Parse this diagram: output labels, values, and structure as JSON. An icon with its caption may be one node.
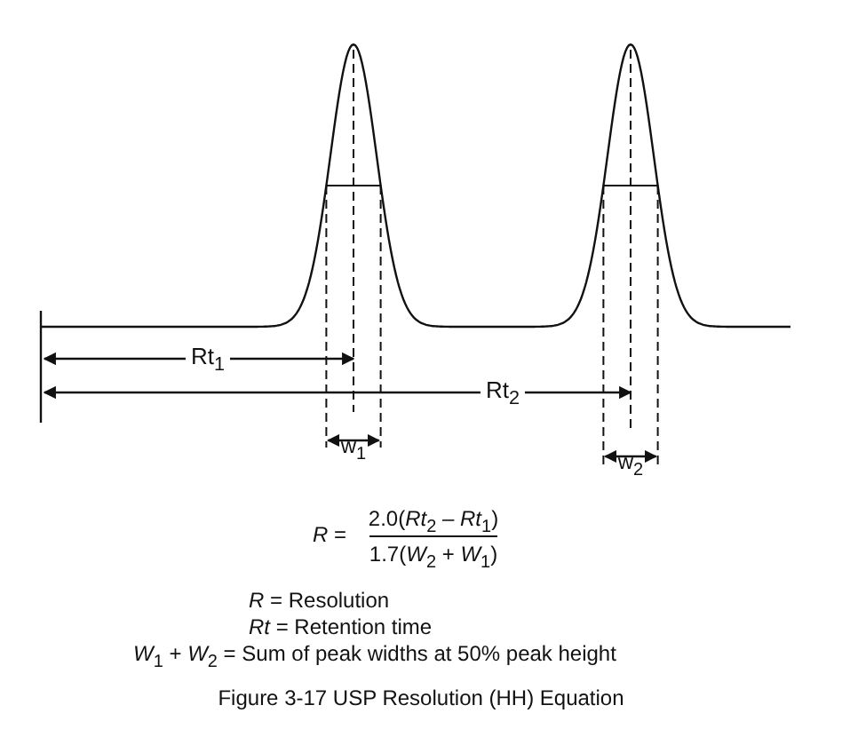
{
  "diagram": {
    "caption": "Figure 3-17  USP Resolution (HH) Equation",
    "labels": [
      "Rt$_{1}$",
      "Rt$_{2}$",
      "w$_{1}$",
      "w$_{2}$",
      "*R* =",
      "2.0(*Rt*$_{2}$ – *Rt*$_{1}$)",
      "1.7(*W*$_{2}$ + *W*$_{1}$)",
      "*R* = Resolution",
      "*Rt* = Retention time",
      "*W*$_{1}$ + *W*$_{2}$ = Sum of peak widths at 50% peak height"
    ]
  }
}
